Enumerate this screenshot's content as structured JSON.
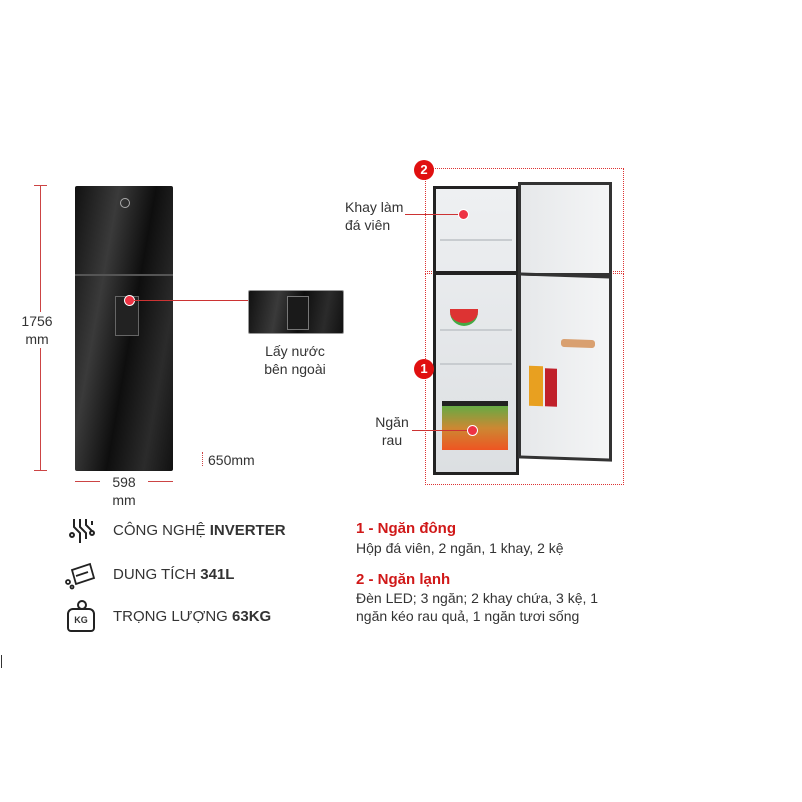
{
  "dimensions": {
    "height_value": "1756",
    "height_unit": "mm",
    "width_value": "598",
    "width_unit": "mm",
    "depth": "650mm"
  },
  "dispenser_label": {
    "line1": "Lấy nước",
    "line2": "bên ngoài"
  },
  "callouts": {
    "ice_tray": {
      "line1": "Khay làm",
      "line2": "đá viên"
    },
    "crisper": {
      "line1": "Ngăn",
      "line2": "rau"
    },
    "zone_badges": [
      "2",
      "1"
    ]
  },
  "features": [
    {
      "icon": "inverter-chip-icon",
      "label": "CÔNG NGHỆ ",
      "value": "INVERTER"
    },
    {
      "icon": "capacity-icon",
      "label": "DUNG TÍCH ",
      "value": "341L"
    },
    {
      "icon": "weight-kg-icon",
      "label": "TRỌNG LƯỢNG ",
      "value": "63KG",
      "icon_text": "KG"
    }
  ],
  "compartments": [
    {
      "title": "1 - Ngăn đông",
      "desc": "Hộp đá viên, 2 ngăn, 1 khay, 2 kệ"
    },
    {
      "title": "2 - Ngăn lạnh",
      "desc_line1": "Đèn LED; 3 ngăn; 2 khay chứa, 3 kệ, 1",
      "desc_line2": "ngăn kéo rau quả, 1 ngăn tươi sống"
    }
  ],
  "colors": {
    "accent": "#d01818"
  }
}
